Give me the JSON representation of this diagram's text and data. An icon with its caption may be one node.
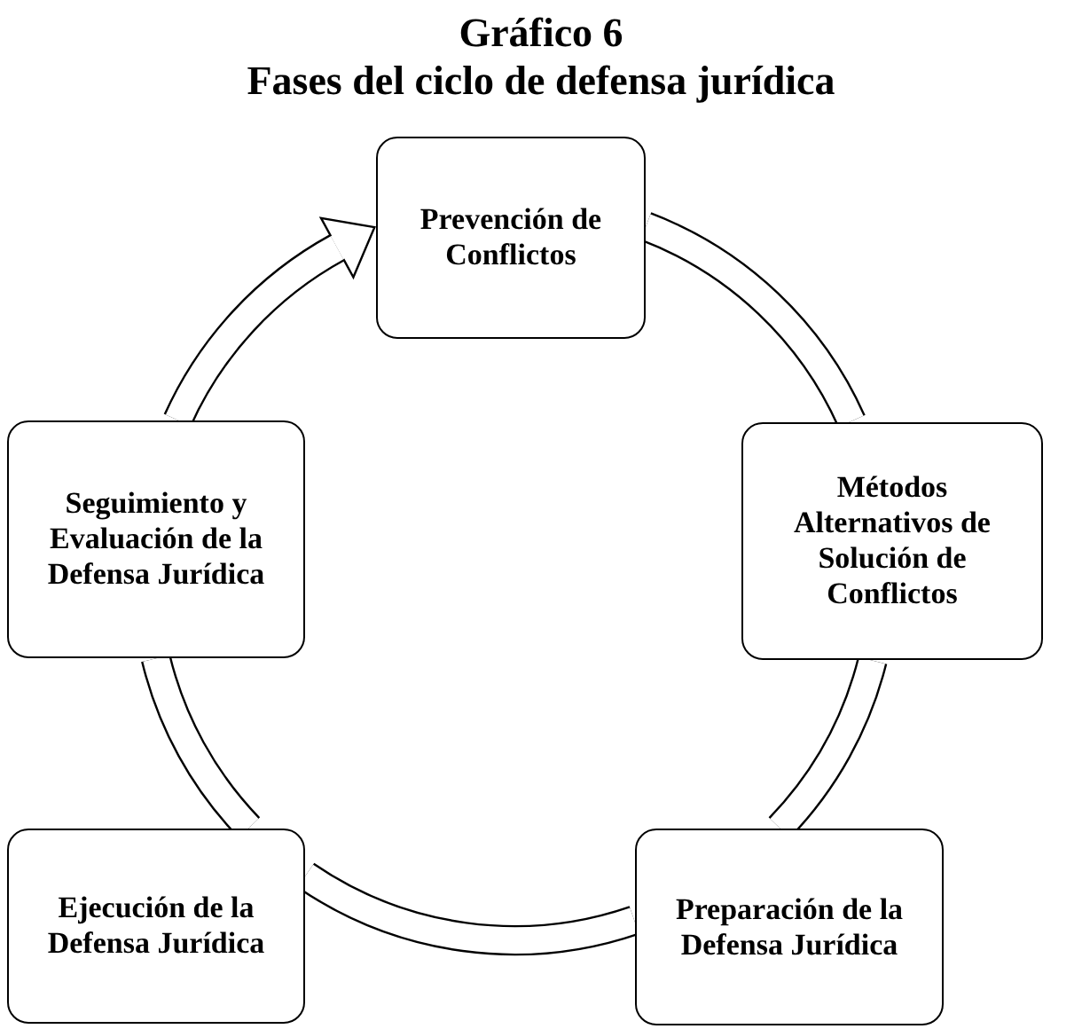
{
  "diagram": {
    "title": "Fases del ciclo de defensa jurídica",
    "labels": [
      "Gráfico 6"
    ],
    "nodes": [
      {
        "text": [
          "Prevención de Conflictos"
        ]
      },
      {
        "text": [
          "Métodos Alternativos de Solución de Conflictos"
        ]
      },
      {
        "text": [
          "Preparación de la Defensa Jurídica"
        ]
      },
      {
        "text": [
          "Ejecución de la Defensa Jurídica"
        ]
      },
      {
        "text": [
          "Seguimiento y Evaluación de la Defensa Jurídica"
        ]
      }
    ],
    "edges": [
      {
        "from": 0,
        "to": 1,
        "arrow": "none"
      },
      {
        "from": 1,
        "to": 2,
        "arrow": "none"
      },
      {
        "from": 2,
        "to": 3,
        "arrow": "none"
      },
      {
        "from": 3,
        "to": 4,
        "arrow": "none"
      },
      {
        "from": 4,
        "to": 0,
        "arrow": "to"
      }
    ]
  }
}
